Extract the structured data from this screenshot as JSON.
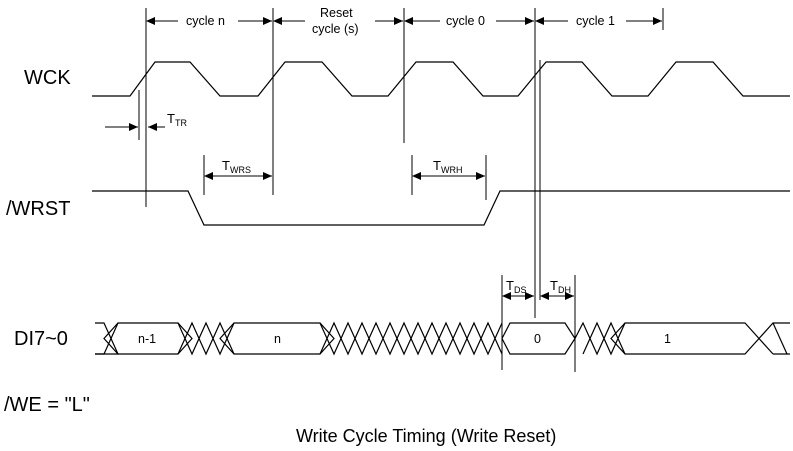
{
  "diagram": {
    "caption": "Write Cycle Timing (Write Reset)",
    "note": "/WE = \"L\"",
    "signals": {
      "wck": "WCK",
      "wrst": "/WRST",
      "data": "DI7~0"
    },
    "cycles": {
      "cycle_n": "cycle n",
      "reset_line1": "Reset",
      "reset_line2": "cycle (s)",
      "cycle_0": "cycle 0",
      "cycle_1": "cycle 1"
    },
    "params": {
      "ttr": {
        "main": "T",
        "sub": "TR"
      },
      "twrs": {
        "main": "T",
        "sub": "WRS"
      },
      "twrh": {
        "main": "T",
        "sub": "WRH"
      },
      "tds": {
        "main": "T",
        "sub": "DS"
      },
      "tdh": {
        "main": "T",
        "sub": "DH"
      }
    },
    "data_values": {
      "n_minus_1": "n-1",
      "n": "n",
      "zero": "0",
      "one": "1"
    }
  }
}
